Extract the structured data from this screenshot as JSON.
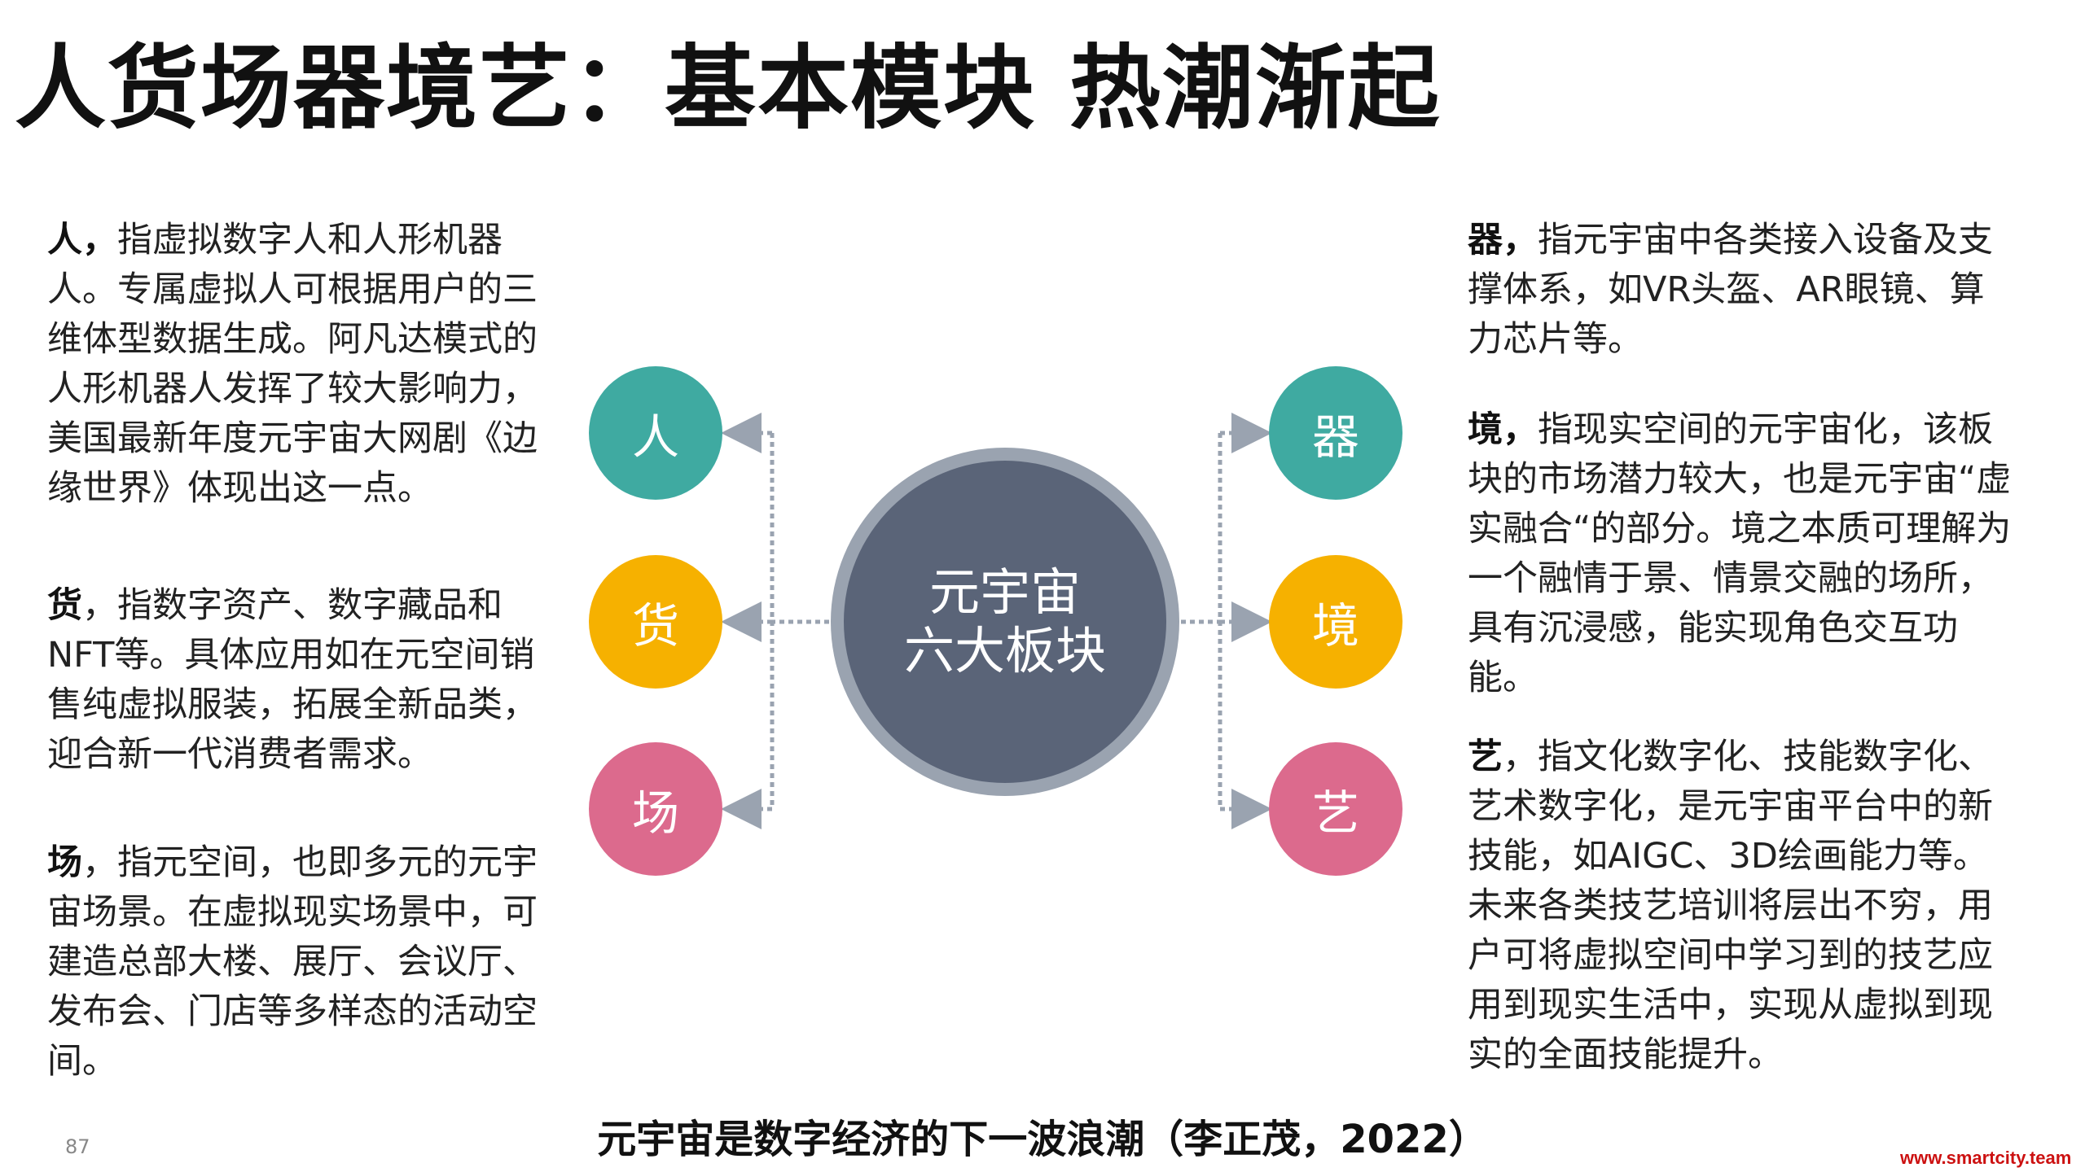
{
  "title": "人货场器境艺：基本模块 热潮渐起",
  "hub": {
    "line1": "元宇宙",
    "line2": "六大板块"
  },
  "nodes": {
    "ren": "人",
    "huo": "货",
    "chang": "场",
    "qi": "器",
    "jing": "境",
    "yi": "艺"
  },
  "paragraphs": {
    "ren": {
      "head": "人，",
      "body": "指虚拟数字人和人形机器人。专属虚拟人可根据用户的三维体型数据生成。阿凡达模式的人形机器人发挥了较大影响力，美国最新年度元宇宙大网剧《边缘世界》体现出这一点。"
    },
    "huo": {
      "head": "货",
      "body": "，指数字资产、数字藏品和NFT等。具体应用如在元空间销售纯虚拟服装，拓展全新品类，迎合新一代消费者需求。"
    },
    "chang": {
      "head": "场",
      "body": "，指元空间，也即多元的元宇宙场景。在虚拟现实场景中，可建造总部大楼、展厅、会议厅、发布会、门店等多样态的活动空间。"
    },
    "qi": {
      "head": "器，",
      "body": "指元宇宙中各类接入设备及支撑体系，如VR头盔、AR眼镜、算力芯片等。"
    },
    "jing": {
      "head": "境，",
      "body": "指现实空间的元宇宙化，该板块的市场潜力较大，也是元宇宙“虚实融合“的部分。境之本质可理解为一个融情于景、情景交融的场所，具有沉浸感，能实现角色交互功能。"
    },
    "yi": {
      "head": "艺",
      "body": "，指文化数字化、技能数字化、艺术数字化，是元宇宙平台中的新技能，如AIGC、3D绘画能力等。未来各类技艺培训将层出不穷，用户可将虚拟空间中学习到的技艺应用到现实生活中，实现从虚拟到现实的全面技能提升。"
    }
  },
  "footer": "元宇宙是数字经济的下一波浪潮（李正茂，2022）",
  "page_number": "87",
  "watermark": "www.smartcity.team",
  "colors": {
    "teal": "#3faaa1",
    "amber": "#f6b100",
    "pink": "#dc6a8d",
    "hub": "#5a6478",
    "hub_ring": "#9aa3b0",
    "connector": "#9aa3b0",
    "watermark": "#cc1111"
  }
}
